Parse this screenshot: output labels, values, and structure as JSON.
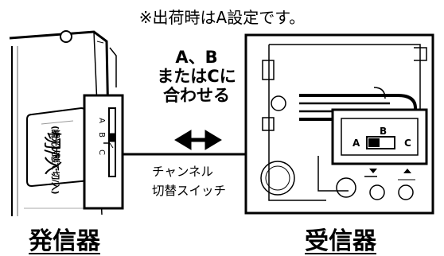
{
  "note": "※出荷時はA設定です。",
  "instruction": [
    "A、B",
    "またはCに",
    "合わせる"
  ],
  "transmitter": {
    "button_main": "切/入",
    "button_sub": "(調光状態で切/入)",
    "switch_letters": [
      "A",
      "B",
      "C"
    ],
    "caption": "発信器"
  },
  "switch_label": [
    "チャンネル",
    "切替スイッチ"
  ],
  "receiver": {
    "switch_letters": {
      "a": "A",
      "b": "B",
      "c": "C"
    },
    "caption": "受信器"
  }
}
